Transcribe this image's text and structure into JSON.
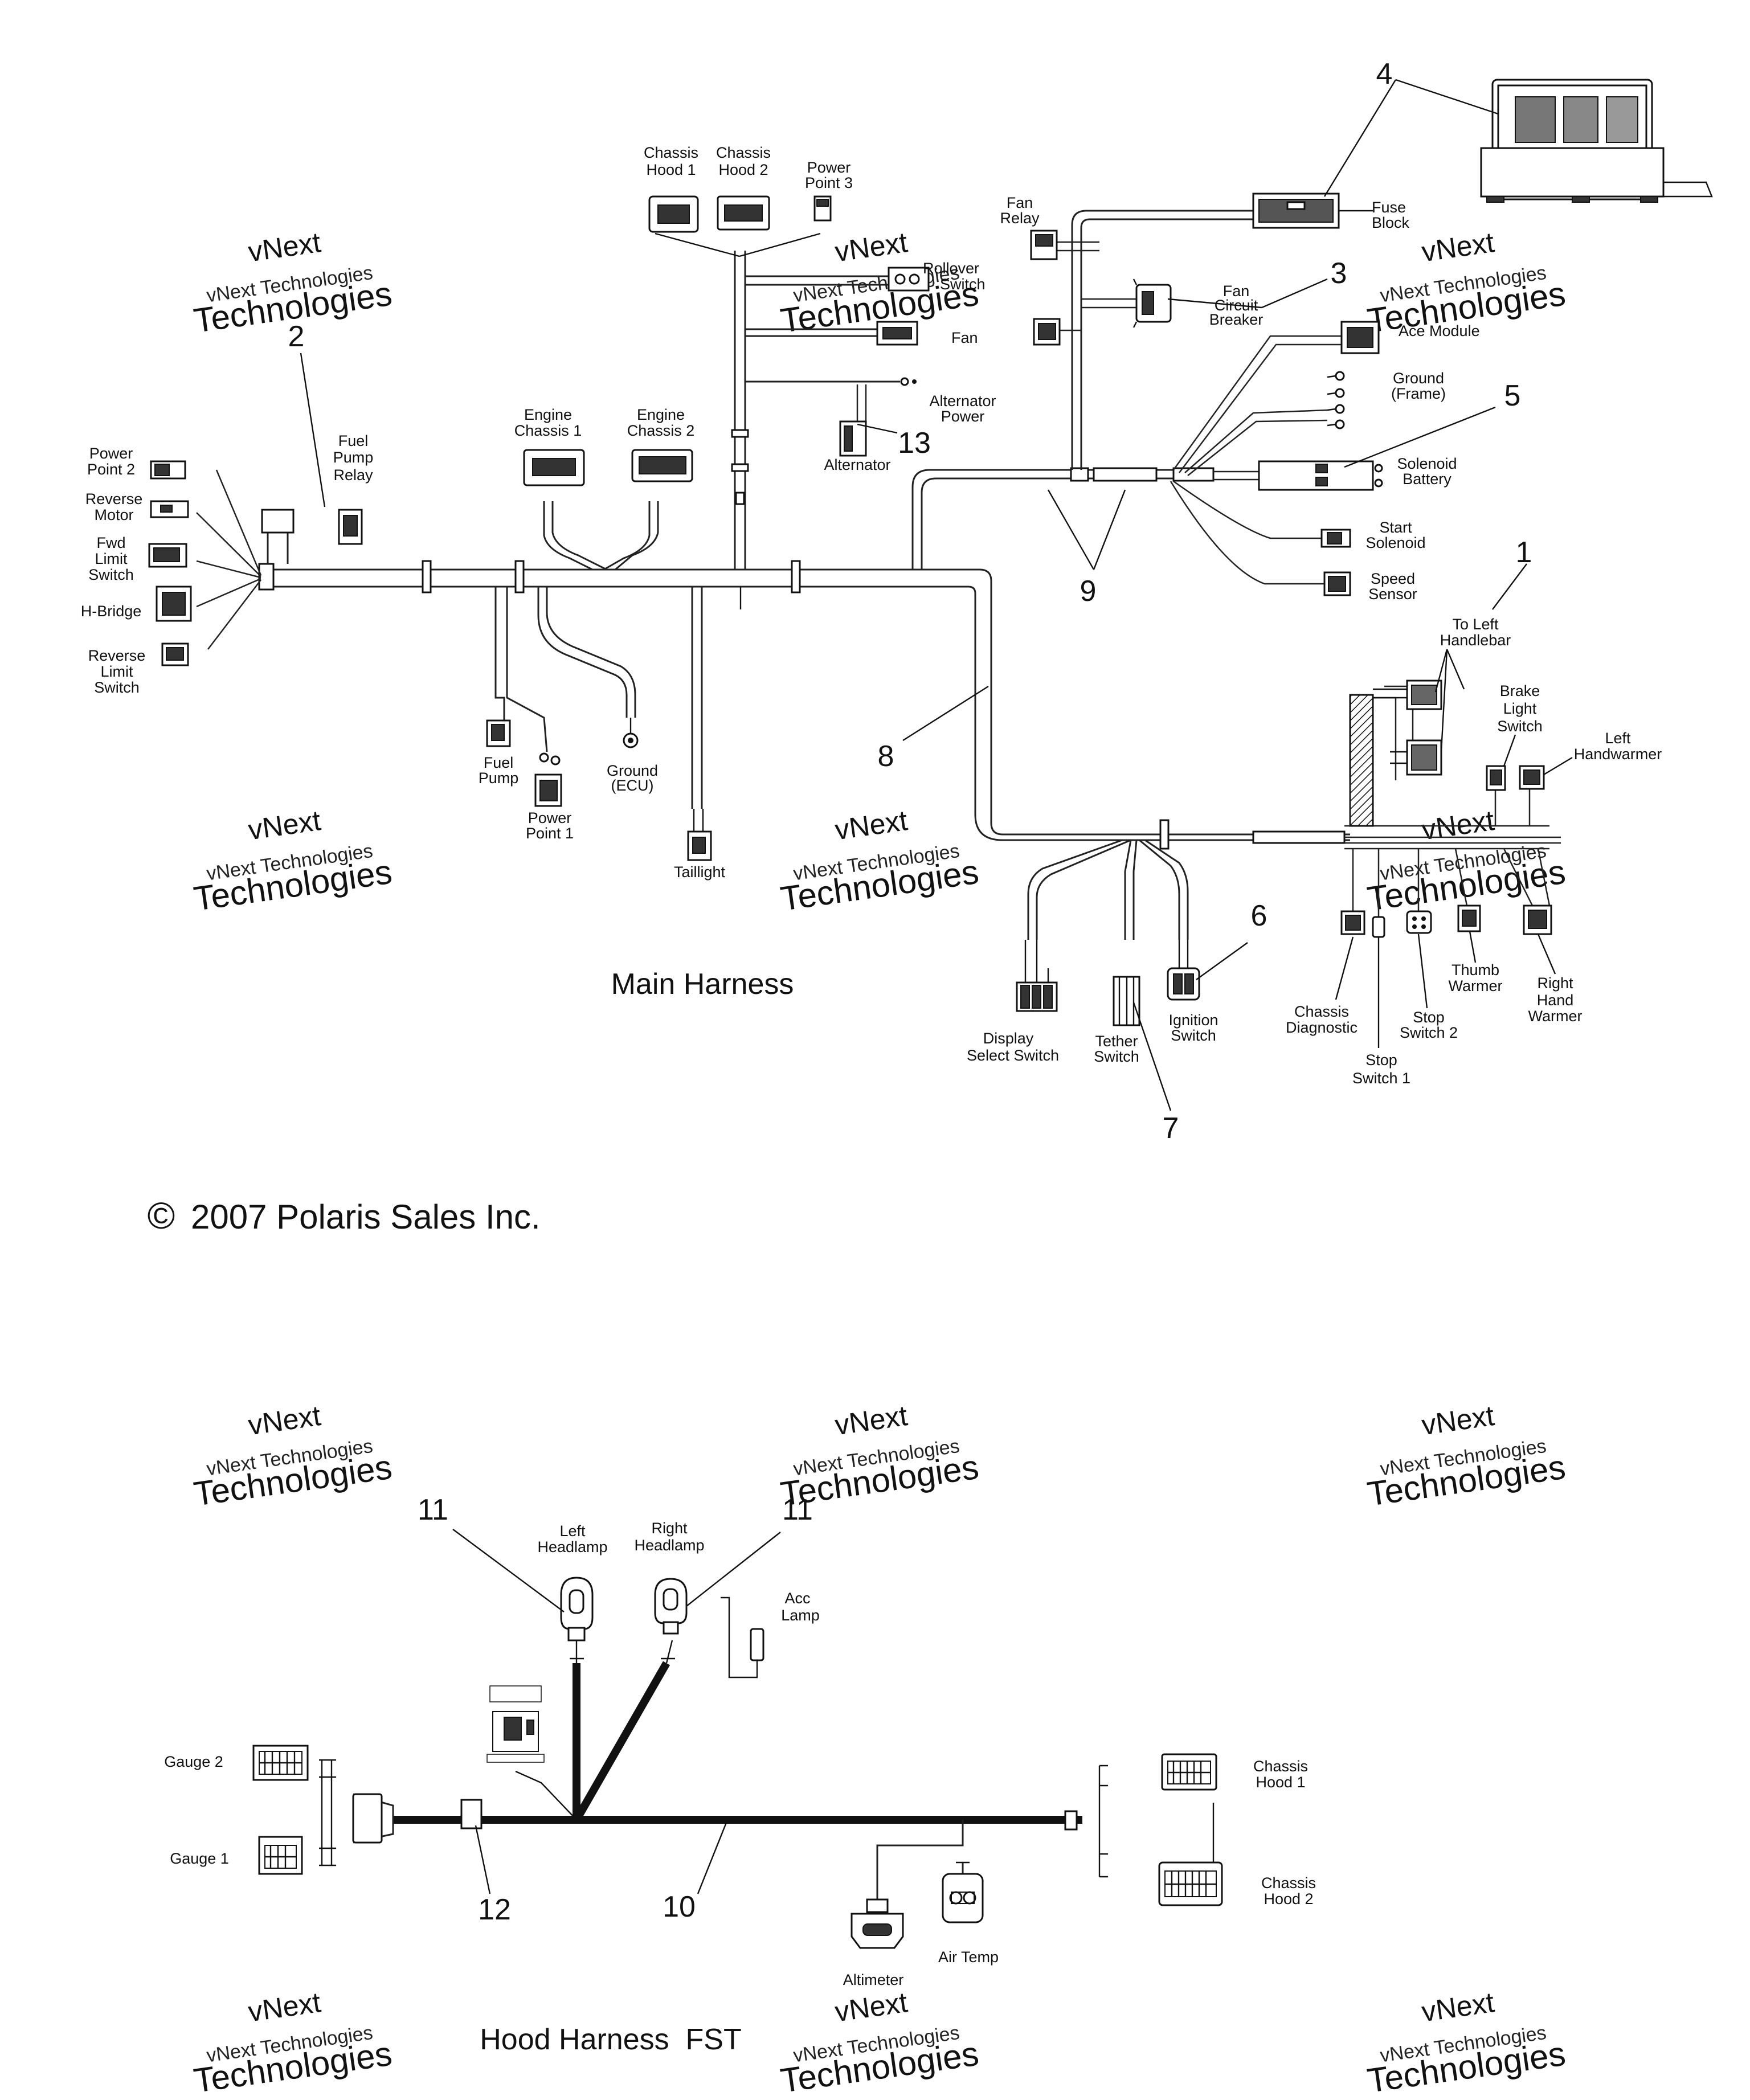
{
  "main_harness": {
    "title": "Main Harness",
    "labels": {
      "chassis_hood_1": [
        "Chassis",
        "Hood 1"
      ],
      "chassis_hood_2": [
        "Chassis",
        "Hood 2"
      ],
      "power_point_3": [
        "Power",
        "Point 3"
      ],
      "rollover_switch": [
        "Rollover",
        "Switch"
      ],
      "fan": [
        "Fan"
      ],
      "alternator_power": [
        "Alternator",
        "Power"
      ],
      "alternator": [
        "Alternator"
      ],
      "engine_chassis_1": [
        "Engine",
        "Chassis 1"
      ],
      "engine_chassis_2": [
        "Engine",
        "Chassis 2"
      ],
      "fuel_pump_relay": [
        "Fuel",
        "Pump",
        "Relay"
      ],
      "power_point_2": [
        "Power",
        "Point 2"
      ],
      "reverse_motor": [
        "Reverse",
        "Motor"
      ],
      "fwd_limit_switch": [
        "Fwd",
        "Limit",
        "Switch"
      ],
      "h_bridge": [
        "H-Bridge"
      ],
      "reverse_limit_switch": [
        "Reverse",
        "Limit",
        "Switch"
      ],
      "fuel_pump": [
        "Fuel",
        "Pump"
      ],
      "power_point_1": [
        "Power",
        "Point 1"
      ],
      "ground_ecu": [
        "Ground",
        "(ECU)"
      ],
      "taillight": [
        "Taillight"
      ],
      "fan_relay": [
        "Fan",
        "Relay"
      ],
      "fuse_block": [
        "Fuse",
        "Block"
      ],
      "fan_circuit_breaker": [
        "Fan",
        "Circuit",
        "Breaker"
      ],
      "ace_module": [
        "Ace Module"
      ],
      "ground_frame": [
        "Ground",
        "(Frame)"
      ],
      "solenoid_battery": [
        "Solenoid",
        "Battery"
      ],
      "start_solenoid": [
        "Start",
        "Solenoid"
      ],
      "speed_sensor": [
        "Speed",
        "Sensor"
      ],
      "to_left_handlebar": [
        "To Left",
        "Handlebar"
      ],
      "brake_light_switch": [
        "Brake",
        "Light",
        "Switch"
      ],
      "left_handwarmer": [
        "Left",
        "Handwarmer"
      ],
      "chassis_diagnostic": [
        "Chassis",
        "Diagnostic"
      ],
      "stop_switch_2": [
        "Stop",
        "Switch 2"
      ],
      "thumb_warmer": [
        "Thumb",
        "Warmer"
      ],
      "right_hand_warmer": [
        "Right",
        "Hand",
        "Warmer"
      ],
      "stop_switch_1": [
        "Stop",
        "Switch 1"
      ],
      "display_select_switch": [
        "Display",
        "Select Switch"
      ],
      "tether_switch": [
        "Tether",
        "Switch"
      ],
      "ignition_switch": [
        "Ignition",
        "Switch"
      ]
    },
    "callouts": {
      "n1": "1",
      "n2": "2",
      "n3": "3",
      "n4": "4",
      "n5": "5",
      "n6": "6",
      "n7": "7",
      "n8": "8",
      "n9": "9",
      "n13": "13"
    }
  },
  "hood_harness": {
    "title": "Hood Harness  FST",
    "labels": {
      "left_headlamp": [
        "Left",
        "Headlamp"
      ],
      "right_headlamp": [
        "Right",
        "Headlamp"
      ],
      "acc_lamp": [
        "Acc",
        "Lamp"
      ],
      "gauge_2": [
        "Gauge 2"
      ],
      "gauge_1": [
        "Gauge 1"
      ],
      "chassis_hood_1": [
        "Chassis",
        "Hood 1"
      ],
      "chassis_hood_2": [
        "Chassis",
        "Hood 2"
      ],
      "altimeter": [
        "Altimeter"
      ],
      "air_temp": [
        "Air Temp"
      ]
    },
    "callouts": {
      "n10": "10",
      "n11a": "11",
      "n11b": "11",
      "n12": "12"
    }
  },
  "copyright": "2007 Polaris Sales Inc.",
  "copyright_symbol": "©",
  "watermark": {
    "line1": "vNext Technologies",
    "line2": "vNext",
    "line3": "Technologies"
  }
}
